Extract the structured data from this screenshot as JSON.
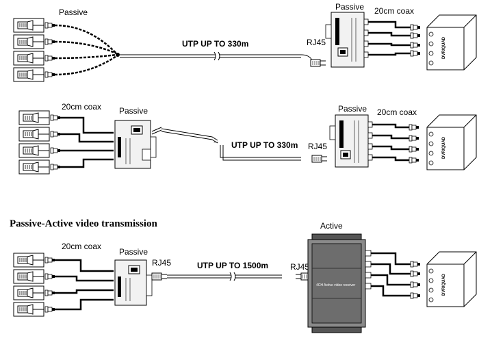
{
  "section_heading": "Passive-Active video transmission",
  "colors": {
    "ink": "#000000",
    "background": "#ffffff",
    "device_fill": "#f2f2f2"
  },
  "rows": [
    {
      "labels": {
        "left": "Passive",
        "right": "Passive",
        "coax_right": "20cm coax",
        "utp": "UTP UP TO 330m",
        "rj45_right": "RJ45",
        "dvr": "DVR/QUAD"
      }
    },
    {
      "labels": {
        "coax_left": "20cm coax",
        "left": "Passive",
        "right": "Passive",
        "coax_right": "20cm coax",
        "utp": "UTP UP TO 330m",
        "rj45_right": "RJ45",
        "dvr": "DVR/QUAD"
      }
    },
    {
      "labels": {
        "coax_left": "20cm coax",
        "left": "Passive",
        "rj45_left": "RJ45",
        "utp": "UTP UP TO 1500m",
        "rj45_right": "RJ45",
        "active": "Active",
        "active_device": "4CH Active video receiver",
        "dvr": "DVR/QUAD"
      }
    }
  ]
}
